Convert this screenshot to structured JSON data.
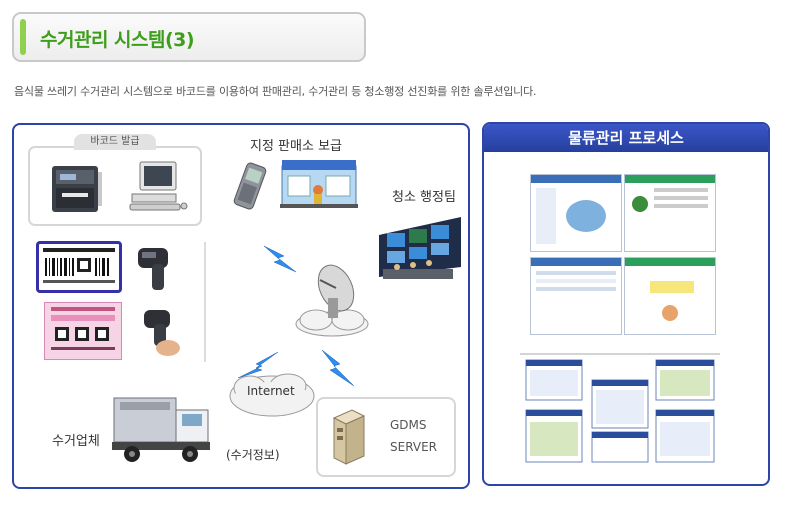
{
  "header": {
    "title": "수거관리 시스템(3)",
    "description": "음식물 쓰레기 수거관리 시스템으로 바코드를 이용하여 판매관리, 수거관리 등 청소행정 선진화를 위한 솔루션입니다."
  },
  "left_panel": {
    "barcode_issue_label": "바코드 발급",
    "designated_store_label": "지정 판매소 보급",
    "cleaning_admin_label": "청소 행정팀",
    "internet_label": "Internet",
    "collector_label": "수거업체",
    "collection_info_label": "(수거정보)",
    "server_line1": "GDMS",
    "server_line2": "SERVER"
  },
  "right_panel": {
    "title": "물류관리 프로세스"
  },
  "colors": {
    "title_green": "#3e9e1b",
    "panel_blue": "#2c45a6",
    "lightning_blue": "#2d8ef1"
  }
}
